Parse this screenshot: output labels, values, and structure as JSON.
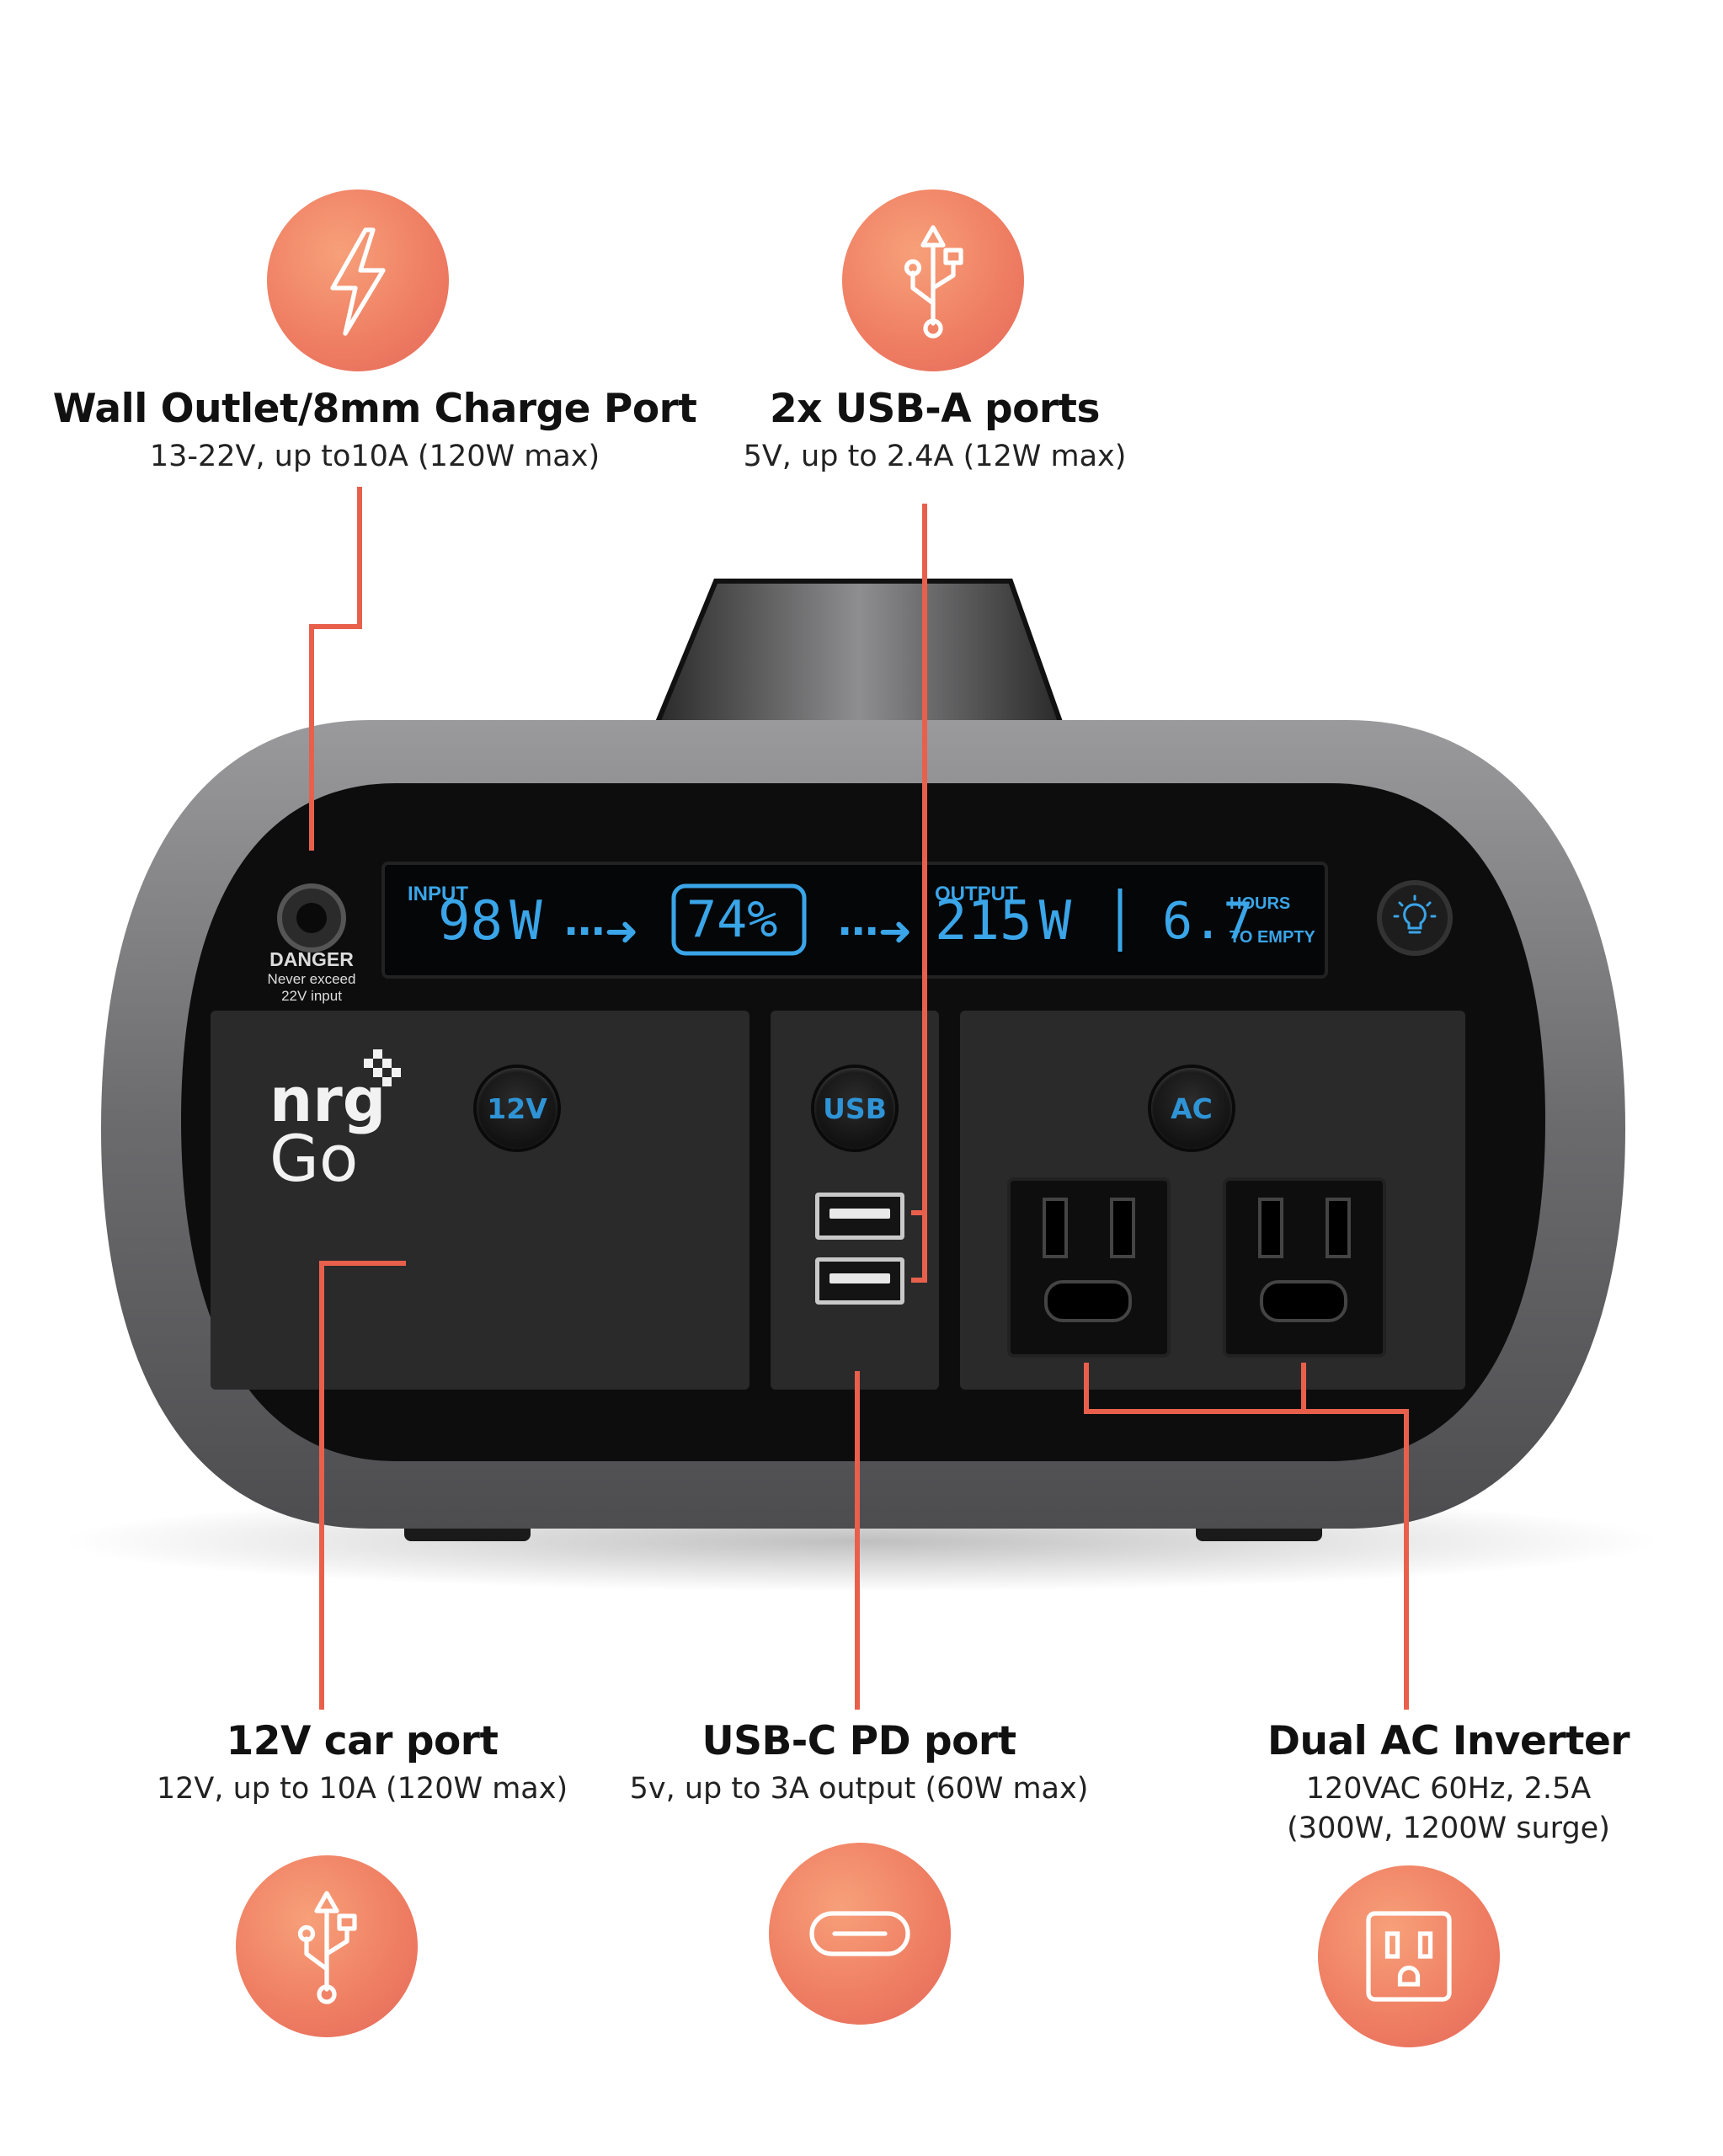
{
  "callouts": {
    "wall_outlet": {
      "title": "Wall Outlet/8mm Charge Port",
      "subtitle": "13-22V, up to10A (120W max)"
    },
    "usb_a": {
      "title": "2x USB-A ports",
      "subtitle": "5V, up to 2.4A (12W max)"
    },
    "car_port": {
      "title": "12V car port",
      "subtitle": "12V, up to 10A (120W max)"
    },
    "usb_c": {
      "title": "USB-C PD port",
      "subtitle": "5v, up to 3A output (60W max)"
    },
    "ac": {
      "title": "Dual AC Inverter",
      "subtitle_line1": "120VAC 60Hz, 2.5A",
      "subtitle_line2": "(300W, 1200W surge)"
    }
  },
  "icons": [
    "lightning-bolt-icon",
    "usb-icon",
    "usb-icon",
    "usb-c-icon",
    "ac-outlet-icon"
  ],
  "device": {
    "display": {
      "input_label": "INPUT",
      "input_value": "98",
      "input_unit": "W",
      "battery_percent": "74%",
      "output_label": "OUTPUT",
      "output_value": "215",
      "output_unit": "W",
      "hours_value": "6.7",
      "hours_label": "HOURS",
      "to_empty_label": "TO EMPTY"
    },
    "warning": {
      "title": "DANGER",
      "line1": "Never exceed",
      "line2": "22V input"
    },
    "brand": {
      "line1": "nrg",
      "line2": "Go"
    },
    "buttons": {
      "car": "12V",
      "usb": "USB",
      "ac": "AC"
    }
  },
  "colors": {
    "accent": "#ef7f63",
    "leader_line": "#e8604c",
    "lcd": "#3aa5e8",
    "button_text": "#2f94d6"
  }
}
